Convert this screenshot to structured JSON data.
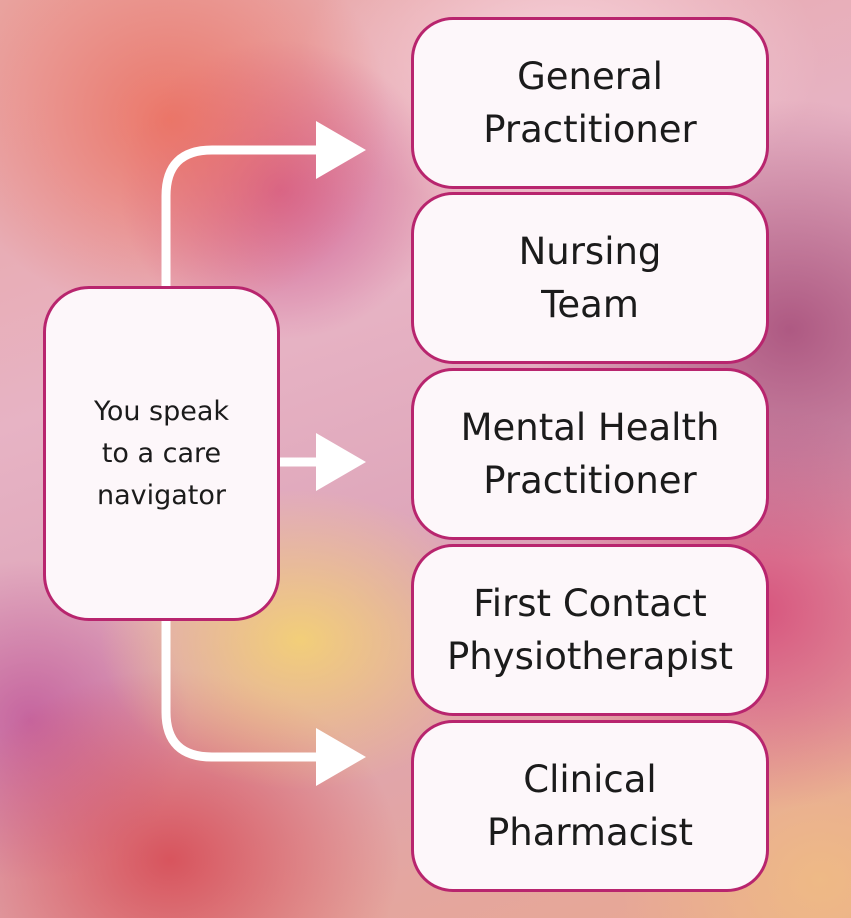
{
  "source": {
    "label": "You speak\nto a care\nnavigator"
  },
  "destinations": [
    {
      "label": "General\nPractitioner"
    },
    {
      "label": "Nursing\nTeam"
    },
    {
      "label": "Mental Health\nPractitioner"
    },
    {
      "label": "First Contact\nPhysiotherapist"
    },
    {
      "label": "Clinical\nPharmacist"
    }
  ],
  "colors": {
    "box_border": "#b8256e",
    "box_fill": "#fdf7fa",
    "arrow": "#ffffff",
    "text": "#1b1b1b"
  }
}
